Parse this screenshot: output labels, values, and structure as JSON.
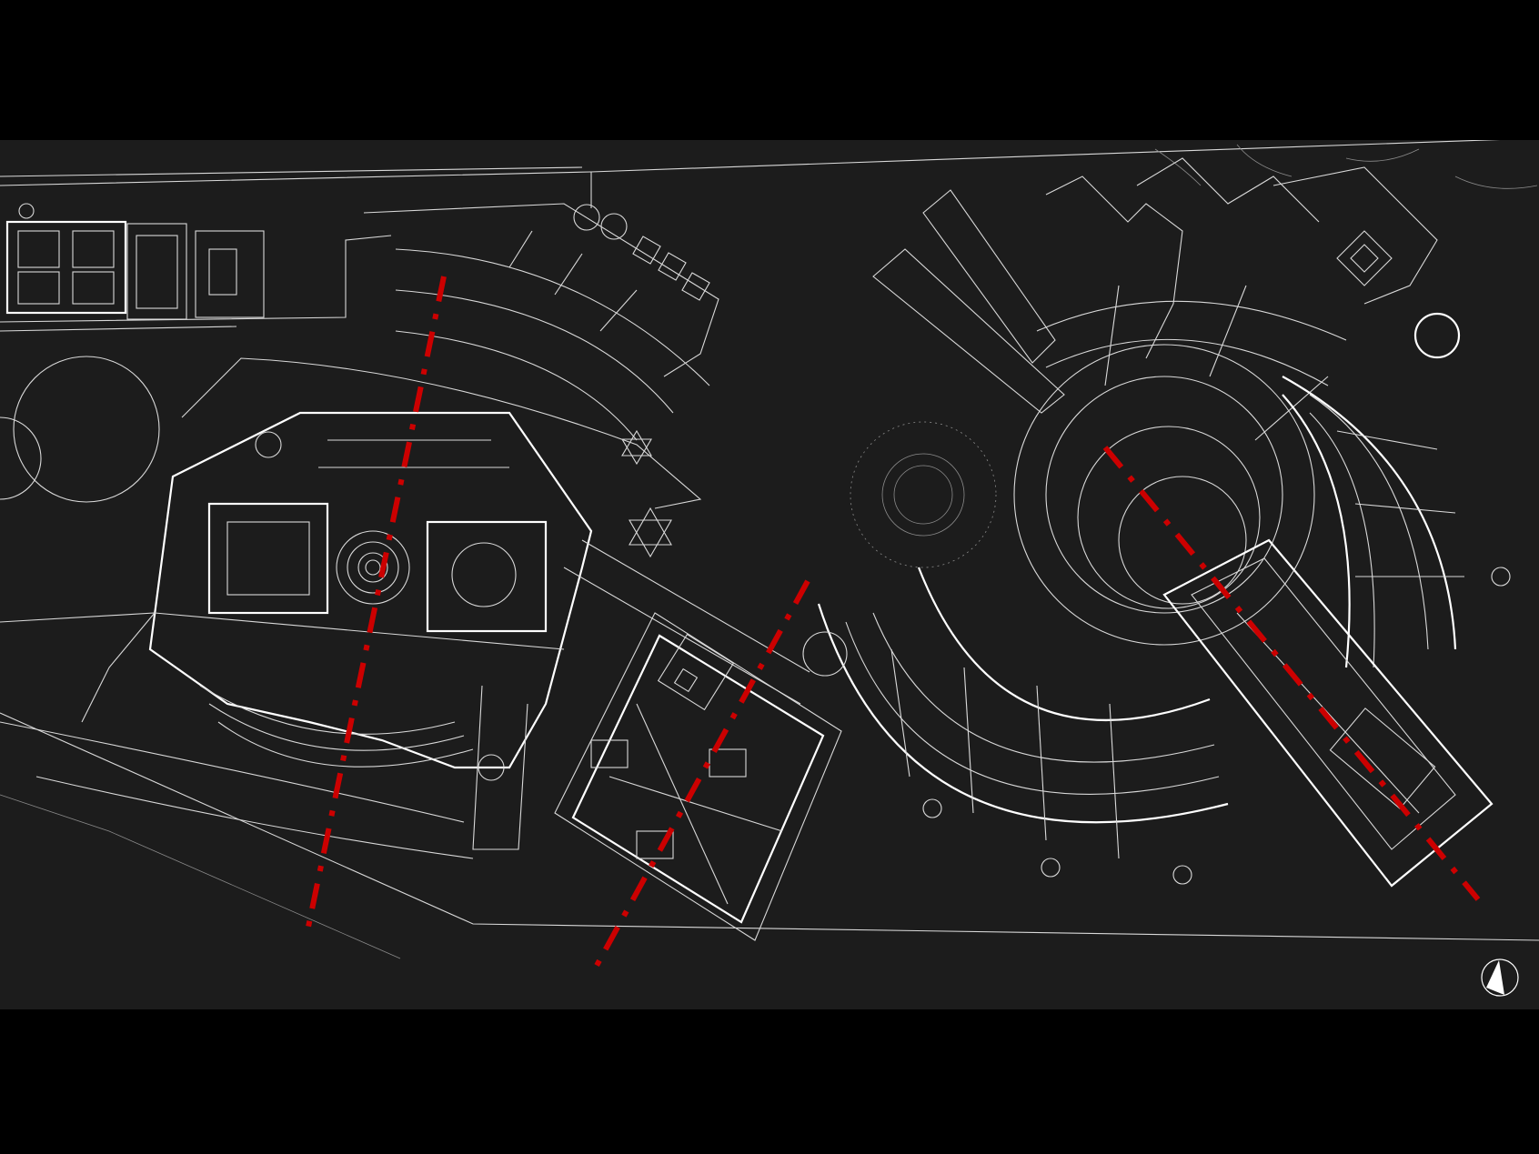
{
  "colors": {
    "background": "#000000",
    "plan_background": "#1c1c1c",
    "linework": "#d9d9d9",
    "section_axis": "#cc0000"
  },
  "icons": {
    "north_arrow": "north-arrow-icon",
    "star_markers": "star-of-david-icon"
  },
  "section_axes": [
    {
      "id": "A",
      "style": "dash-dot"
    },
    {
      "id": "B",
      "style": "dash-dot"
    },
    {
      "id": "C",
      "style": "dash-dot"
    }
  ]
}
